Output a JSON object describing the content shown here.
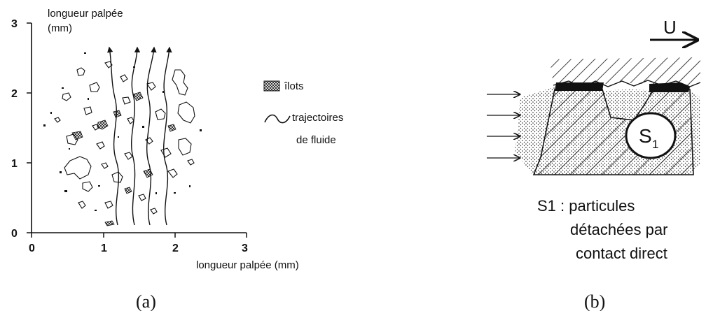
{
  "panel_a": {
    "y_axis_label_line1": "longueur palpée",
    "y_axis_label_line2": "(mm)",
    "x_axis_label": "longueur palpée (mm)",
    "y_ticks": [
      "0",
      "1",
      "2",
      "3"
    ],
    "x_ticks": [
      "0",
      "1",
      "2",
      "3"
    ],
    "legend": {
      "islands_label": "îlots",
      "trajectories_line1": "trajectoires",
      "trajectories_line2": "de fluide"
    },
    "caption": "(a)"
  },
  "panel_b": {
    "velocity_label": "U",
    "particle_label": "S",
    "particle_subscript": "1",
    "note_line1": "S1 : particules",
    "note_line2": "détachées par",
    "note_line3": "contact direct",
    "caption": "(b)"
  }
}
